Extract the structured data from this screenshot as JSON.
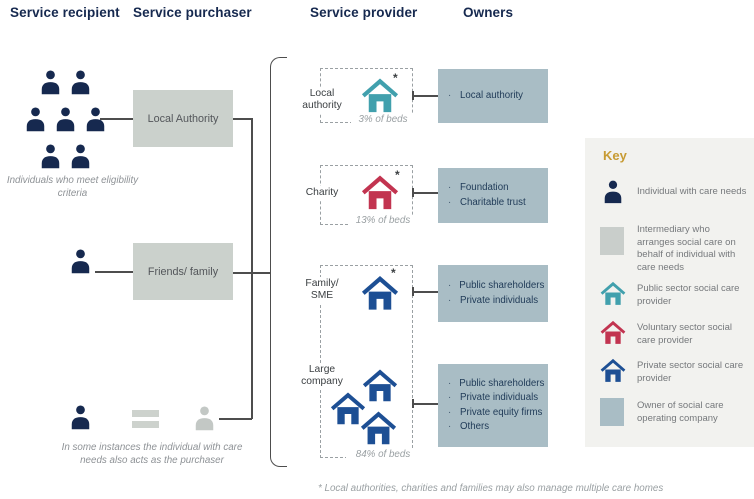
{
  "headers": {
    "recipient": "Service recipient",
    "purchaser": "Service purchaser",
    "provider": "Service provider",
    "owners": "Owners"
  },
  "recipient": {
    "group_caption": "Individuals who meet eligibility criteria",
    "bottom_caption": "In some instances the individual with care needs also acts as the purchaser"
  },
  "purchaser": {
    "local_authority": "Local Authority",
    "friends_family": "Friends/ family"
  },
  "providers": {
    "local_authority": {
      "label": "Local authority",
      "beds": "3% of beds",
      "asterisk": "*"
    },
    "charity": {
      "label": "Charity",
      "beds": "13% of beds",
      "asterisk": "*"
    },
    "family_sme": {
      "label": "Family/ SME",
      "asterisk": "*"
    },
    "large_company": {
      "label": "Large company",
      "beds": "84% of beds"
    }
  },
  "owners": {
    "local_authority": [
      "Local authority"
    ],
    "charity": [
      "Foundation",
      "Charitable trust"
    ],
    "family_sme": [
      "Public shareholders",
      "Private individuals"
    ],
    "large_company": [
      "Public shareholders",
      "Private individuals",
      "Private equity firms",
      "Others"
    ]
  },
  "footnote": "* Local authorities, charities and families may also manage multiple care homes",
  "key": {
    "title": "Key",
    "items": [
      {
        "icon": "person-icon",
        "label": "Individual with care needs"
      },
      {
        "icon": "intermediary-square",
        "label": "Intermediary who arranges social care on behalf of individual with care needs"
      },
      {
        "icon": "public-sector-house-icon",
        "label": "Public sector social care provider"
      },
      {
        "icon": "voluntary-sector-house-icon",
        "label": "Voluntary sector social care provider"
      },
      {
        "icon": "private-sector-house-icon",
        "label": "Private sector social care provider"
      },
      {
        "icon": "owner-square",
        "label": "Owner of social care operating company"
      }
    ]
  },
  "colors": {
    "navy": "#16294f",
    "public_teal": "#41a0ad",
    "voluntary_red": "#c23450",
    "private_blue": "#1d4f94",
    "purchaser_box": "#cbd1cc",
    "owner_box": "#a9bdc5",
    "key_panel": "#f2f2ef",
    "key_title_gold": "#c79b33"
  }
}
